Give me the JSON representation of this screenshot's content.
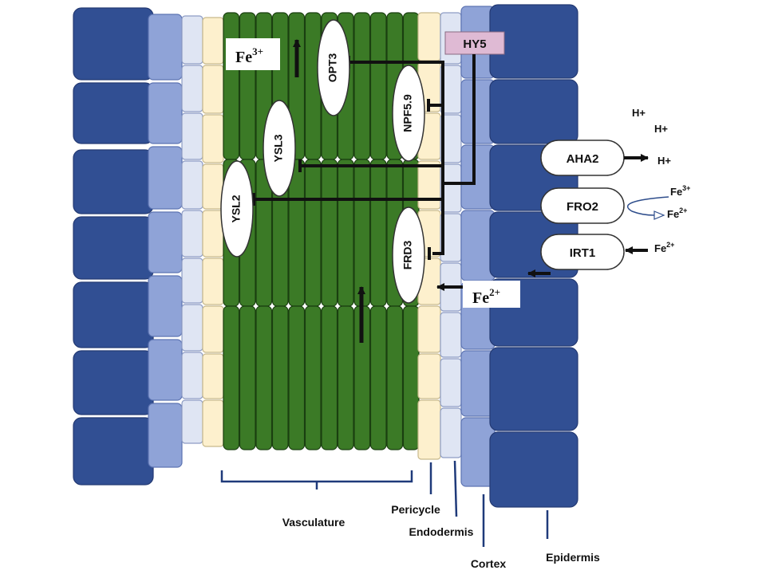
{
  "colors": {
    "epidermis": "#314f93",
    "cortex": "#8fa3d7",
    "endodermis": "#dfe5f3",
    "pericycle": "#fdf0cd",
    "vasculature": "#3b7a26",
    "hy5_fill": "#dfbad4",
    "line": "#111111"
  },
  "ions": {
    "fe3_vasc": {
      "base": "Fe",
      "sup": "3+"
    },
    "fe2_main": {
      "base": "Fe",
      "sup": "2+"
    },
    "fe3_ext": {
      "base": "Fe",
      "sup": "3+"
    },
    "fe2_ext": {
      "base": "Fe",
      "sup": "2+"
    },
    "fe2_irt": {
      "base": "Fe",
      "sup": "2+"
    }
  },
  "protons": [
    "H+",
    "H+",
    "H+"
  ],
  "hy5": "HY5",
  "transporters": {
    "opt3": "OPT3",
    "npf59": "NPF5.9",
    "ysl3": "YSL3",
    "ysl2": "YSL2",
    "frd3": "FRD3"
  },
  "membrane_proteins": {
    "aha2": "AHA2",
    "fro2": "FRO2",
    "irt1": "IRT1"
  },
  "tissues": {
    "vasculature": "Vasculature",
    "pericycle": "Pericycle",
    "endodermis": "Endodermis",
    "cortex": "Cortex",
    "epidermis": "Epidermis"
  }
}
